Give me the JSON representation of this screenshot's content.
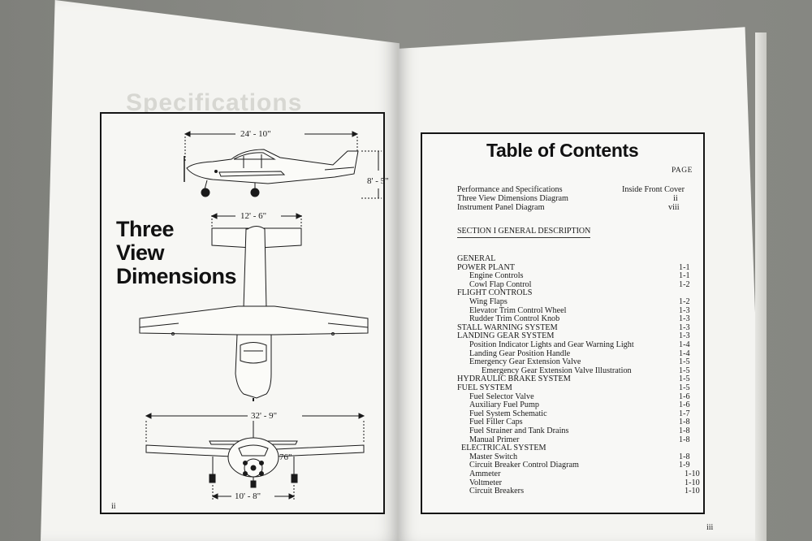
{
  "left_page": {
    "ghost_heading": "Specifications",
    "title_lines": [
      "Three",
      "View",
      "Dimensions"
    ],
    "page_number": "ii",
    "dimensions": {
      "length": "24' - 10\"",
      "height": "8' - 5\"",
      "tail_span": "12' - 6\"",
      "wingspan": "32' - 9\"",
      "prop_diameter": "76\"",
      "gear_track": "10' - 8\""
    }
  },
  "right_page": {
    "title": "Table of Contents",
    "page_header": "PAGE",
    "front_entries": [
      {
        "label": "Performance and Specifications",
        "page": "Inside Front Cover"
      },
      {
        "label": "Three View Dimensions Diagram",
        "page": "ii"
      },
      {
        "label": "Instrument Panel Diagram",
        "page": "viii"
      }
    ],
    "section_heading": "SECTION I GENERAL DESCRIPTION",
    "entries": [
      {
        "label": "GENERAL",
        "page": "",
        "indent": 0
      },
      {
        "label": "POWER PLANT",
        "page": "1-1",
        "indent": 0
      },
      {
        "label": "Engine Controls",
        "page": "1-1",
        "indent": 1
      },
      {
        "label": "Cowl Flap Control",
        "page": "1-2",
        "indent": 1
      },
      {
        "label": "FLIGHT CONTROLS",
        "page": "",
        "indent": 0
      },
      {
        "label": "Wing Flaps",
        "page": "1-2",
        "indent": 1
      },
      {
        "label": "Elevator Trim Control Wheel",
        "page": "1-3",
        "indent": 1
      },
      {
        "label": "Rudder Trim Control Knob",
        "page": "1-3",
        "indent": 1
      },
      {
        "label": "STALL WARNING SYSTEM",
        "page": "1-3",
        "indent": 0
      },
      {
        "label": "LANDING GEAR SYSTEM",
        "page": "1-3",
        "indent": 0
      },
      {
        "label": "Position Indicator Lights and Gear Warning Light",
        "page": "1-4",
        "indent": 1
      },
      {
        "label": "Landing Gear Position Handle",
        "page": "1-4",
        "indent": 1
      },
      {
        "label": "Emergency Gear Extension Valve",
        "page": "1-5",
        "indent": 1
      },
      {
        "label": "Emergency Gear Extension Valve Illustration",
        "page": "1-5",
        "indent": 2
      },
      {
        "label": "HYDRAULIC BRAKE SYSTEM",
        "page": "1-5",
        "indent": 0
      },
      {
        "label": "FUEL SYSTEM",
        "page": "1-5",
        "indent": 0
      },
      {
        "label": "Fuel Selector Valve",
        "page": "1-6",
        "indent": 1
      },
      {
        "label": "Auxiliary Fuel Pump",
        "page": "1-6",
        "indent": 1
      },
      {
        "label": "Fuel System Schematic",
        "page": "1-7",
        "indent": 1
      },
      {
        "label": "Fuel Filler Caps",
        "page": "1-8",
        "indent": 1
      },
      {
        "label": "Fuel Strainer and Tank Drains",
        "page": "1-8",
        "indent": 1
      },
      {
        "label": "Manual Primer",
        "page": "1-8",
        "indent": 1
      },
      {
        "label": "ELECTRICAL SYSTEM",
        "page": "",
        "indent": 0.5
      },
      {
        "label": "Master Switch",
        "page": "1-8",
        "indent": 1
      },
      {
        "label": "Circuit Breaker Control Diagram",
        "page": "1-9",
        "indent": 1
      },
      {
        "label": "Ammeter",
        "page": "1-10",
        "indent": 1
      },
      {
        "label": "Voltmeter",
        "page": "1-10",
        "indent": 1
      },
      {
        "label": "Circuit Breakers",
        "page": "1-10",
        "indent": 1
      }
    ],
    "page_number": "iii"
  }
}
